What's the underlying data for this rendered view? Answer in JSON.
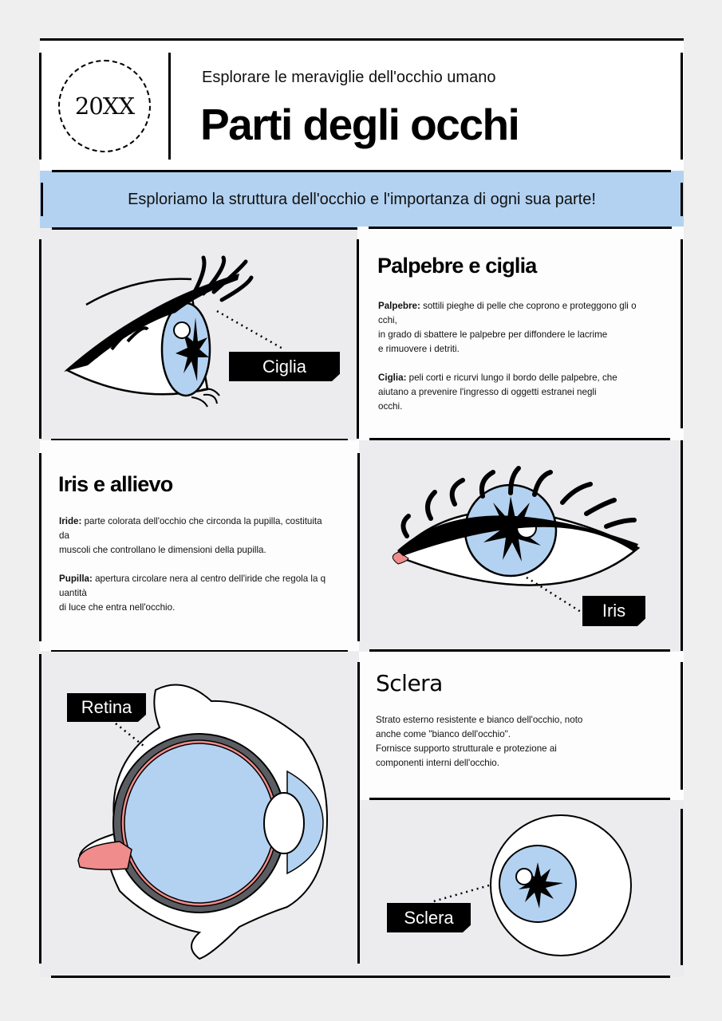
{
  "header": {
    "year_badge": "20XX",
    "subtitle": "Esplorare le meraviglie dell'occhio umano",
    "title": "Parti degli occhi"
  },
  "banner": {
    "text": "Esploriamo la struttura dell'occhio e l'importanza di ogni sua parte!"
  },
  "sections": [
    {
      "id": "eyelids",
      "title": "Palpebre e ciglia",
      "paragraphs": [
        {
          "term": "Palpebre:",
          "text": " sottili pieghe di pelle che coprono e proteggono gli o\ncchi,\nin grado di sbattere le palpebre per diffondere le lacrime\ne rimuovere i detriti."
        },
        {
          "term": "Ciglia:",
          "text": " peli corti e ricurvi lungo il bordo delle palpebre, che\naiutano a prevenire l'ingresso di oggetti estranei negli\nocchi."
        }
      ],
      "illustration_label": "Ciglia"
    },
    {
      "id": "iris",
      "title": "Iris e allievo",
      "paragraphs": [
        {
          "term": "Iride:",
          "text": " parte colorata dell'occhio che circonda la pupilla, costituita\nda\nmuscoli che controllano le dimensioni della pupilla."
        },
        {
          "term": "Pupilla:",
          "text": " apertura circolare nera al centro dell'iride che regola la q\nuantità\ndi luce che entra nell'occhio."
        }
      ],
      "illustration_label": "Iris"
    },
    {
      "id": "sclera",
      "title": "Sclera",
      "paragraphs": [
        {
          "term": "",
          "text": "Strato esterno resistente e bianco dell'occhio, noto\nanche come \"bianco dell'occhio\".\nFornisce supporto strutturale e protezione ai\ncomponenti interni dell'occhio."
        }
      ],
      "illustration_label": "Sclera"
    },
    {
      "id": "retina",
      "illustration_label": "Retina"
    }
  ],
  "colors": {
    "banner": "#b3d2f1",
    "iris_blue": "#b3d2f1",
    "pink": "#f08c8c",
    "panel_gray": "#ecebed",
    "dark_gray": "#5a5e63"
  }
}
